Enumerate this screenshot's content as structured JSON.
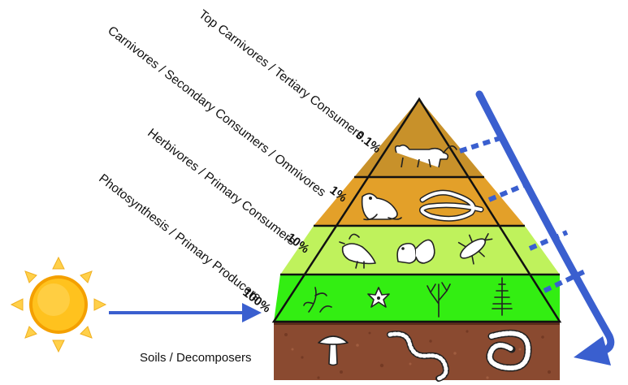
{
  "levels": [
    {
      "label": "Top Carnivores / Tertiary Consumers",
      "percent": "0.1%",
      "color": "#c8912a",
      "icons": [
        "fox-icon"
      ]
    },
    {
      "label": "Carnivores / Secondary Consumers / Omnivores",
      "percent": "1%",
      "color": "#e3a029",
      "icons": [
        "frog-icon",
        "snake-icon"
      ]
    },
    {
      "label": "Herbivores / Primary Consumers",
      "percent": "10%",
      "color": "#bff25c",
      "icons": [
        "bird-icon",
        "squirrel-icon",
        "beetle-icon"
      ]
    },
    {
      "label": "Photosynthesis / Primary Producers",
      "percent": "100%",
      "color": "#33ee12",
      "icons": [
        "herb-icon",
        "flower-icon",
        "shrub-icon",
        "pine-tree-icon"
      ]
    }
  ],
  "soil": {
    "label": "Soils / Decomposers",
    "color": "#8a4a30",
    "icons": [
      "mushroom-icon",
      "earthworm-icon",
      "millipede-icon"
    ]
  },
  "colors": {
    "arrow": "#3a5fcf",
    "sun_core": "#ffc21e",
    "sun_rays": "#ffd04a",
    "outline": "#111111"
  },
  "icons": [
    "sun-icon",
    "energy-in-arrow-icon",
    "energy-loss-arrow-icon"
  ]
}
